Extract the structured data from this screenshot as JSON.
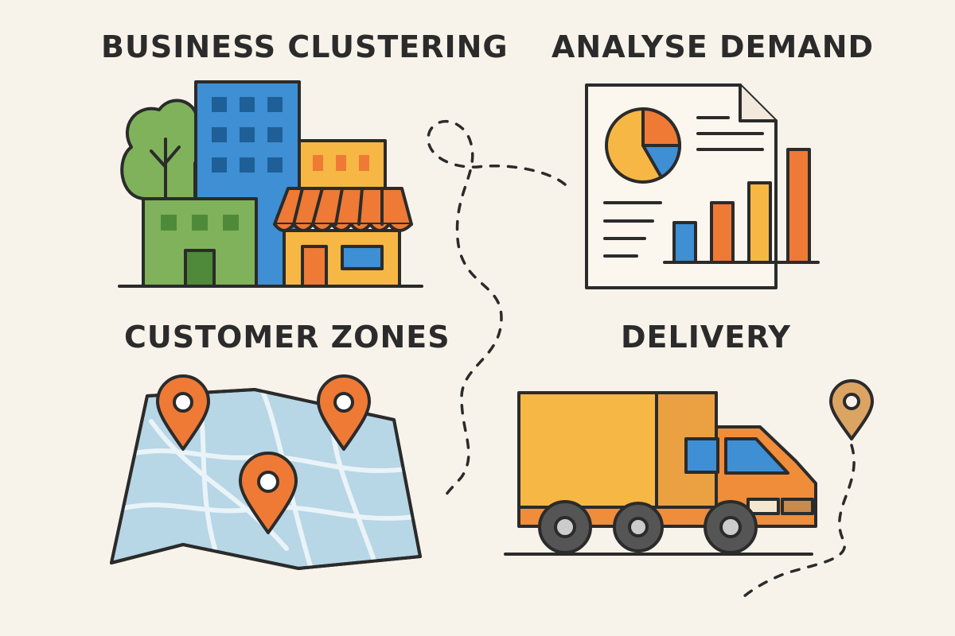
{
  "titles": {
    "business_clustering": "BUSINESS CLUSTERING",
    "analyse_demand": "ANALYSE DEMAND",
    "customer_zones": "CUSTOMER ZONES",
    "delivery": "DELIVERY"
  },
  "colors": {
    "background": "#f8f3ea",
    "outline": "#2b2b2b",
    "blue": "#3e8fd4",
    "green": "#7fb25a",
    "orange": "#ee7a35",
    "yellow": "#f7b744",
    "map_blue": "#b7d6e6",
    "pin_tan": "#dba463"
  },
  "icons": {
    "business": "city-buildings-icon",
    "demand": "report-chart-icon",
    "zones": "map-pins-icon",
    "delivery": "delivery-truck-icon"
  }
}
